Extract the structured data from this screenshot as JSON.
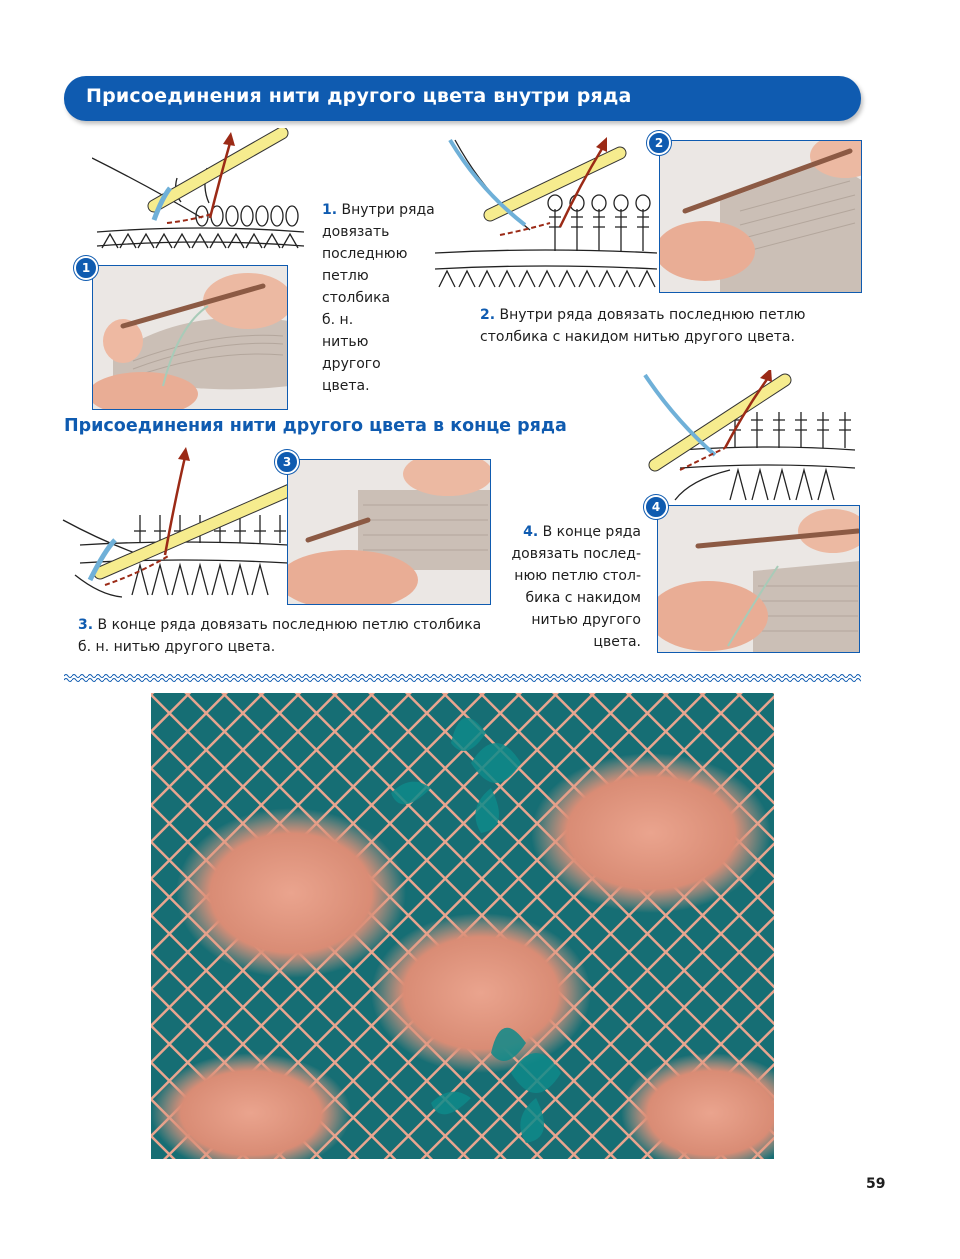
{
  "header": {
    "title": "Присоединения нити другого цвета внутри ряда"
  },
  "subheading": "Присоединения нити другого цвета в конце ряда",
  "steps": [
    {
      "badge": "1",
      "number": "1.",
      "lines": [
        "Внутри ряда",
        "довязать",
        "последнюю",
        "петлю",
        "столбика",
        "б. н.",
        "нитью",
        "другого",
        "цвета."
      ]
    },
    {
      "badge": "2",
      "number": "2.",
      "lines": [
        "Внутри ряда довязать последнюю петлю",
        "столбика с накидом нитью другого цвета."
      ]
    },
    {
      "badge": "3",
      "number": "3.",
      "lines": [
        "В конце ряда довязать последнюю петлю столбика",
        "б. н. нитью другого цвета."
      ]
    },
    {
      "badge": "4",
      "number": "4.",
      "lines": [
        "В конце ряда",
        "довязать послед-",
        "нюю петлю стол-",
        "бика с накидом",
        "нитью другого",
        "цвета."
      ]
    }
  ],
  "page_number": "59",
  "colors": {
    "accent": "#0f5bb0",
    "hook": "#f6ec8e",
    "yarn_blue": "#6fb0d8",
    "arrow": "#9b2a16",
    "fabric": "#cbbfb6",
    "lace": "#e9a58f",
    "lace_background": "#166e74"
  },
  "icons": [
    "crochet-hook-icon",
    "arrow-up-icon",
    "wavy-divider-icon"
  ]
}
